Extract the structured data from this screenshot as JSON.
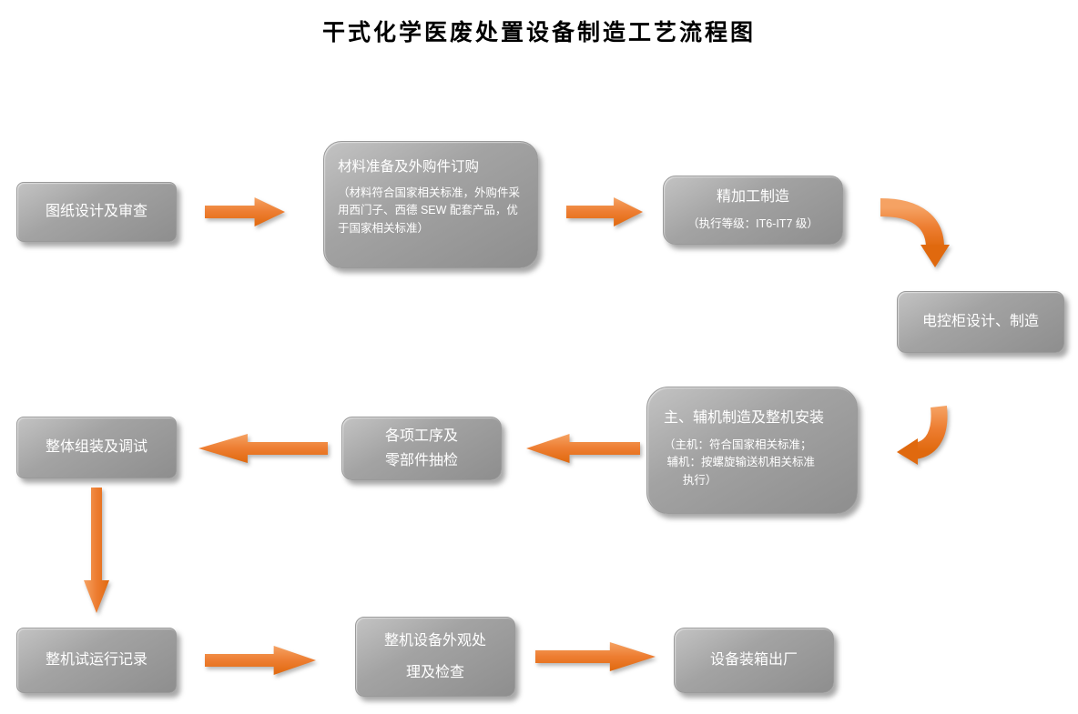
{
  "title": "干式化学医废处置设备制造工艺流程图",
  "colors": {
    "box_gray": "#9d9d9d",
    "arrow_orange": "#ED7D31",
    "box_text": "#ffffff",
    "title_text": "#000000"
  },
  "nodes": [
    {
      "label": "图纸设计及审查"
    },
    {
      "label": "材料准备及外购件订购",
      "sub": "（材料符合国家相关标准，外购件采用西门子、西德 SEW 配套产品，优于国家相关标准）"
    },
    {
      "label": "精加工制造",
      "sub": "（执行等级：IT6-IT7 级）"
    },
    {
      "label": "电控柜设计、制造"
    },
    {
      "label": "主、辅机制造及整机安装",
      "sub": "（主机：符合国家相关标准；\n 辅机：按螺旋输送机相关标准\n      执行）"
    },
    {
      "label": "各项工序及\n零部件抽检"
    },
    {
      "label": "整体组装及调试"
    },
    {
      "label": "整机试运行记录"
    },
    {
      "label": "整机设备外观处\n理及检查"
    },
    {
      "label": "设备装箱出厂"
    }
  ]
}
